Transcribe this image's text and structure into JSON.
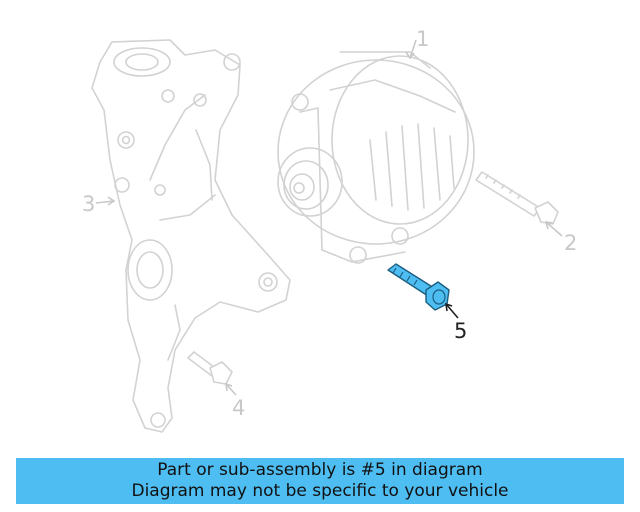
{
  "diagram": {
    "callouts": [
      {
        "number": "1",
        "part": "alternator",
        "highlighted": false
      },
      {
        "number": "2",
        "part": "bolt",
        "highlighted": false
      },
      {
        "number": "3",
        "part": "mounting-bracket",
        "highlighted": false
      },
      {
        "number": "4",
        "part": "bolt",
        "highlighted": false
      },
      {
        "number": "5",
        "part": "bolt",
        "highlighted": true
      }
    ],
    "highlight_color": "#4ebdf2",
    "ghost_color": "#d2d2d2"
  },
  "banner": {
    "line1": "Part or sub-assembly is #5 in diagram",
    "line2": "Diagram may not be specific to your vehicle",
    "background": "#4ebdf2"
  }
}
